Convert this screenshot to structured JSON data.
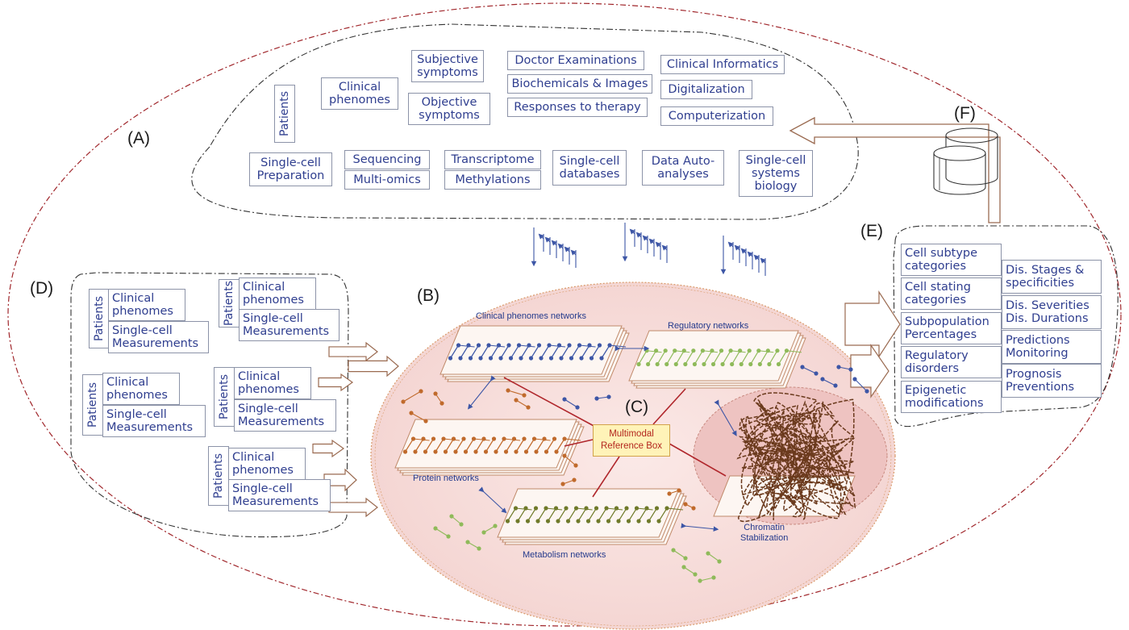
{
  "regions": {
    "a": "(A)",
    "b": "(B)",
    "c": "(C)",
    "d": "(D)",
    "e": "(E)",
    "f": "(F)"
  },
  "section_a": {
    "patients": "Patients",
    "clinical_phenomes": "Clinical\nphenomes",
    "subjective_symptoms": "Subjective\nsymptoms",
    "objective_symptoms": "Objective\nsymptoms",
    "doctor_examinations": "Doctor Examinations",
    "biochemicals_images": "Biochemicals & Images",
    "responses_to_therapy": "Responses to therapy",
    "clinical_informatics": "Clinical Informatics",
    "digitalization": "Digitalization",
    "computerization": "Computerization",
    "single_cell_preparation": "Single-cell\nPreparation",
    "sequencing": "Sequencing",
    "multi_omics": "Multi-omics",
    "transcriptome": "Transcriptome",
    "methylations": "Methylations",
    "single_cell_databases": "Single-cell\ndatabases",
    "data_auto_analyses": "Data Auto-\nanalyses",
    "single_cell_systems_biology": "Single-cell\nsystems\nbiology"
  },
  "section_d": {
    "groups": [
      {
        "patients": "Patients",
        "clinical": "Clinical\nphenomes",
        "measurements": "Single-cell\nMeasurements"
      },
      {
        "patients": "Patients",
        "clinical": "Clinical\nphenomes",
        "measurements": "Single-cell\nMeasurements"
      },
      {
        "patients": "Patients",
        "clinical": "Clinical\nphenomes",
        "measurements": "Single-cell\nMeasurements"
      },
      {
        "patients": "Patients",
        "clinical": "Clinical\nphenomes",
        "measurements": "Single-cell\nMeasurements"
      },
      {
        "patients": "Patients",
        "clinical": "Clinical\nphenomes",
        "measurements": "Single-cell\nMeasurements"
      }
    ]
  },
  "section_b": {
    "clinical_networks": "Clinical phenomes  networks",
    "regulatory_networks": "Regulatory networks",
    "protein_networks": "Protein networks",
    "metabolism_networks": "Metabolism networks",
    "chromatin": "Chromatin\nStabilization",
    "reference_box": "Multimodal\nReference Box"
  },
  "section_e": {
    "left": [
      "Cell subtype\ncategories",
      "Cell stating\ncategories",
      "Subpopulation\nPercentages",
      "Regulatory\ndisorders",
      "Epigenetic\nmodifications"
    ],
    "right": [
      "Dis. Stages &\nspecificities",
      "Dis. Severities\nDis. Durations",
      "Predictions\nMonitoring",
      "Prognosis\nPreventions"
    ]
  },
  "colors": {
    "outer_border": "#a0262b",
    "blue_nodes": "#3d56a6",
    "green_nodes": "#8fba5a",
    "orange_nodes": "#c06a2c",
    "olive_nodes": "#6f7a2a",
    "chromatin": "#6b3a1d",
    "arrow_outline": "#9a6a50",
    "pink_fill": "#f7dedc"
  }
}
